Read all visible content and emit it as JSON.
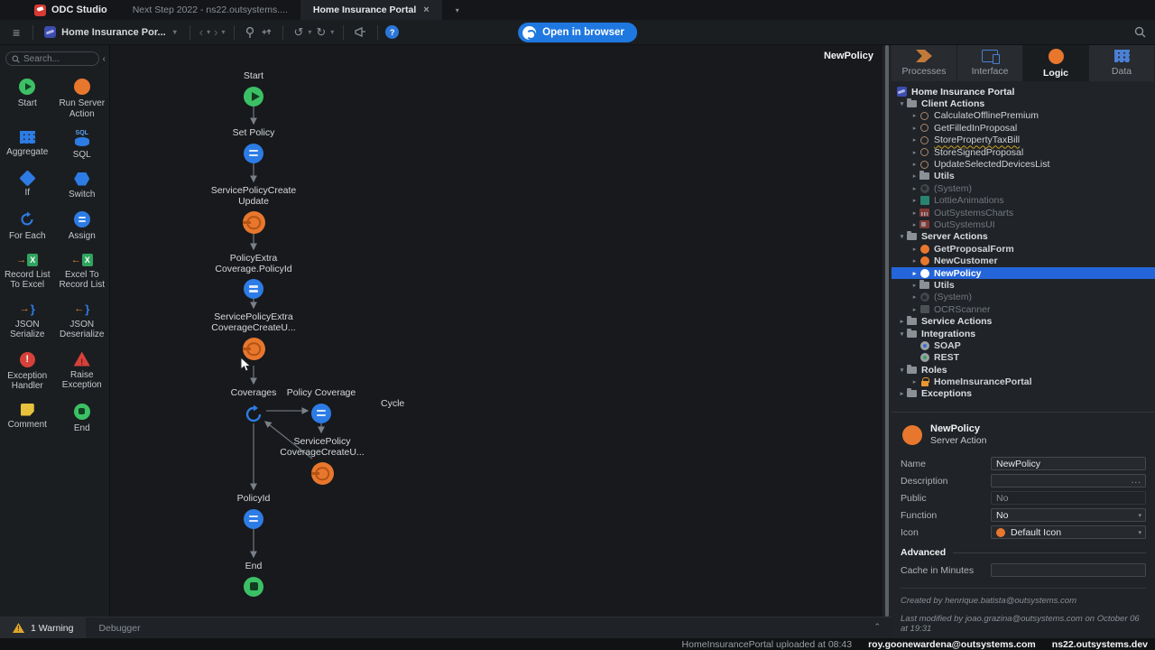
{
  "titlebar": {
    "app_name": "ODC Studio",
    "tab1": "Next Step 2022 - ns22.outsystems....",
    "tab2": "Home Insurance Portal",
    "close": "×"
  },
  "toolbar": {
    "app_selector": "Home Insurance Por...",
    "open_browser_label": "Open in browser"
  },
  "toolbox": {
    "search_placeholder": "Search...",
    "items": [
      {
        "label": "Start",
        "icon": "start-icon"
      },
      {
        "label": "Run Server Action",
        "icon": "run-server-action-icon"
      },
      {
        "label": "Aggregate",
        "icon": "aggregate-icon"
      },
      {
        "label": "SQL",
        "icon": "sql-icon"
      },
      {
        "label": "If",
        "icon": "if-icon"
      },
      {
        "label": "Switch",
        "icon": "switch-icon"
      },
      {
        "label": "For Each",
        "icon": "for-each-icon"
      },
      {
        "label": "Assign",
        "icon": "assign-icon"
      },
      {
        "label": "Record List To Excel",
        "icon": "record-list-to-excel-icon"
      },
      {
        "label": "Excel To Record List",
        "icon": "excel-to-record-list-icon"
      },
      {
        "label": "JSON Serialize",
        "icon": "json-serialize-icon"
      },
      {
        "label": "JSON Deserialize",
        "icon": "json-deserialize-icon"
      },
      {
        "label": "Exception Handler",
        "icon": "exception-handler-icon"
      },
      {
        "label": "Raise Exception",
        "icon": "raise-exception-icon"
      },
      {
        "label": "Comment",
        "icon": "comment-icon"
      },
      {
        "label": "End",
        "icon": "end-icon"
      }
    ],
    "sql_text": "SQL"
  },
  "canvas": {
    "title": "NewPolicy",
    "edge_label": "Cycle",
    "nodes": [
      {
        "label": "Start",
        "type": "start"
      },
      {
        "label": "Set Policy",
        "type": "assign"
      },
      {
        "label": "ServicePolicyCreate Update",
        "type": "server-action"
      },
      {
        "label": "PolicyExtra Coverage.PolicyId",
        "type": "assign"
      },
      {
        "label": "ServicePolicyExtra CoverageCreateU...",
        "type": "server-action"
      },
      {
        "label": "Coverages",
        "type": "for-each"
      },
      {
        "label": "Policy Coverage",
        "type": "assign"
      },
      {
        "label": "ServicePolicy CoverageCreateU...",
        "type": "server-action"
      },
      {
        "label": "PolicyId",
        "type": "assign"
      },
      {
        "label": "End",
        "type": "end"
      }
    ]
  },
  "logic_tree": {
    "tabs": [
      {
        "label": "Processes"
      },
      {
        "label": "Interface"
      },
      {
        "label": "Logic",
        "active": true
      },
      {
        "label": "Data"
      }
    ],
    "items": [
      {
        "label": "Home Insurance Portal",
        "icon": "app-icon"
      },
      {
        "label": "Client Actions",
        "icon": "folder-icon"
      },
      {
        "label": "CalculateOfflinePremium",
        "icon": "client-action-icon"
      },
      {
        "label": "GetFilledInProposal",
        "icon": "client-action-icon"
      },
      {
        "label": "StorePropertyTaxBill",
        "icon": "client-action-icon",
        "warning": true
      },
      {
        "label": "StoreSignedProposal",
        "icon": "client-action-icon"
      },
      {
        "label": "UpdateSelectedDevicesList",
        "icon": "client-action-icon"
      },
      {
        "label": "Utils",
        "icon": "folder-icon"
      },
      {
        "label": "(System)",
        "icon": "system-icon"
      },
      {
        "label": "LottieAnimations",
        "icon": "lottie-icon"
      },
      {
        "label": "OutSystemsCharts",
        "icon": "charts-icon"
      },
      {
        "label": "OutSystemsUI",
        "icon": "osui-icon"
      },
      {
        "label": "Server Actions",
        "icon": "folder-icon"
      },
      {
        "label": "GetProposalForm",
        "icon": "server-action-icon"
      },
      {
        "label": "NewCustomer",
        "icon": "server-action-icon"
      },
      {
        "label": "NewPolicy",
        "icon": "server-action-icon",
        "selected": true
      },
      {
        "label": "Utils",
        "icon": "folder-icon"
      },
      {
        "label": "(System)",
        "icon": "system-icon"
      },
      {
        "label": "OCRScanner",
        "icon": "module-icon"
      },
      {
        "label": "Service Actions",
        "icon": "folder-icon"
      },
      {
        "label": "Integrations",
        "icon": "folder-icon"
      },
      {
        "label": "SOAP",
        "icon": "soap-icon"
      },
      {
        "label": "REST",
        "icon": "rest-icon"
      },
      {
        "label": "Roles",
        "icon": "folder-icon"
      },
      {
        "label": "HomeInsurancePortal",
        "icon": "lock-icon"
      },
      {
        "label": "Exceptions",
        "icon": "folder-icon"
      }
    ]
  },
  "properties": {
    "title": "NewPolicy",
    "subtitle": "Server Action",
    "name_label": "Name",
    "name_value": "NewPolicy",
    "description_label": "Description",
    "description_value": "",
    "description_more": "...",
    "public_label": "Public",
    "public_value": "No",
    "function_label": "Function",
    "function_value": "No",
    "icon_label": "Icon",
    "icon_value": "Default Icon",
    "advanced_label": "Advanced",
    "cache_label": "Cache in Minutes",
    "cache_value": "",
    "created": "Created by henrique.batista@outsystems.com",
    "modified": "Last modified by joao.grazina@outsystems.com on October 06 at 19:31"
  },
  "footer": {
    "warning_label": "1 Warning",
    "debugger_label": "Debugger",
    "upload_status": "HomeInsurancePortal uploaded at 08:43",
    "user": "roy.goonewardena@outsystems.com",
    "environment": "ns22.outsystems.dev"
  },
  "colors": {
    "accent_orange": "#e8772e",
    "node_blue": "#2d7ce5",
    "node_green": "#3cc065",
    "selection_blue": "#2465d9",
    "button_blue": "#1f78e0"
  }
}
